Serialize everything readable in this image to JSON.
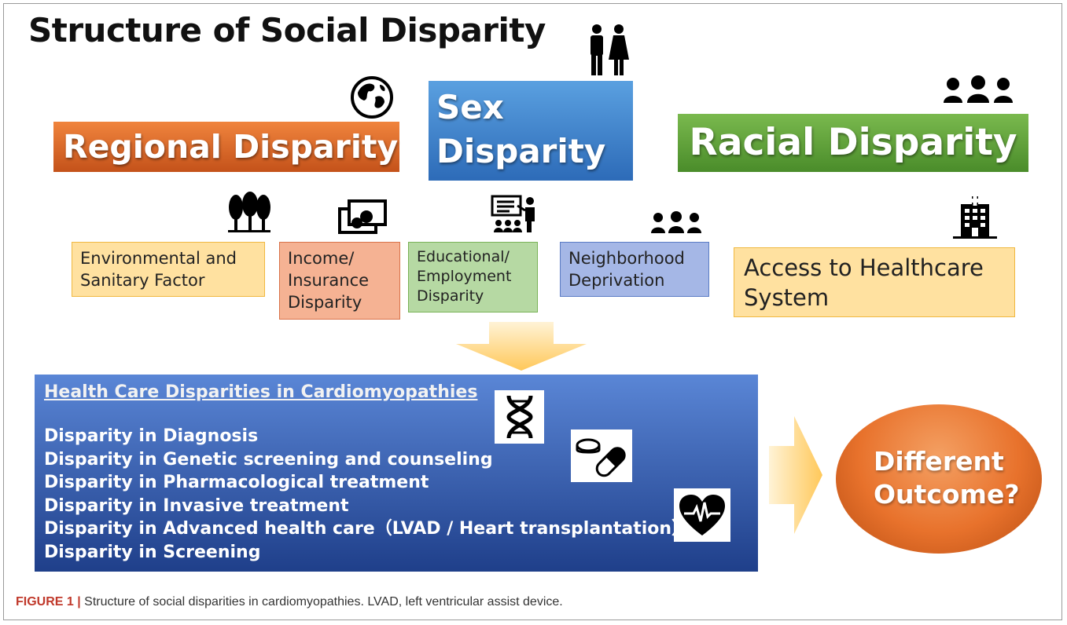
{
  "title": "Structure of Social Disparity",
  "disparities": {
    "regional": "Regional Disparity",
    "sex_line1": "Sex",
    "sex_line2": "Disparity",
    "racial": "Racial Disparity"
  },
  "factors": {
    "environmental": "Environmental  and\nSanitary Factor",
    "income": "Income/\nInsurance\nDisparity",
    "educational": "Educational/\nEmployment\nDisparity",
    "neighborhood": "Neighborhood\nDeprivation",
    "access": "Access to Healthcare\nSystem"
  },
  "panel": {
    "heading": "Health Care Disparities in Cardiomyopathies",
    "items": [
      "Disparity in Diagnosis",
      "Disparity in Genetic screening and counseling",
      "Disparity in Pharmacological treatment",
      "Disparity in Invasive treatment",
      "Disparity in Advanced health care（LVAD / Heart transplantation）",
      "Disparity in Screening"
    ]
  },
  "outcome": "Different\nOutcome?",
  "caption": {
    "label": "FIGURE 1 |",
    "text": " Structure of social disparities in cardiomyopathies. LVAD, left ventricular assist device."
  },
  "icons": {
    "people_couple": "couple-icon",
    "globe": "globe-icon",
    "group_top": "group-icon",
    "trees": "trees-icon",
    "money": "money-icon",
    "teacher": "teacher-icon",
    "group_mid": "group-icon",
    "hospital": "hospital-icon",
    "dna": "dna-icon",
    "pill": "pill-icon",
    "heart": "heart-ecg-icon"
  },
  "colors": {
    "regional": "#e0682a",
    "sex": "#3d82cc",
    "racial": "#5fa33a",
    "panel": "#3b62b5",
    "arrow": "#ffd27a",
    "outcome": "#e8722c"
  }
}
